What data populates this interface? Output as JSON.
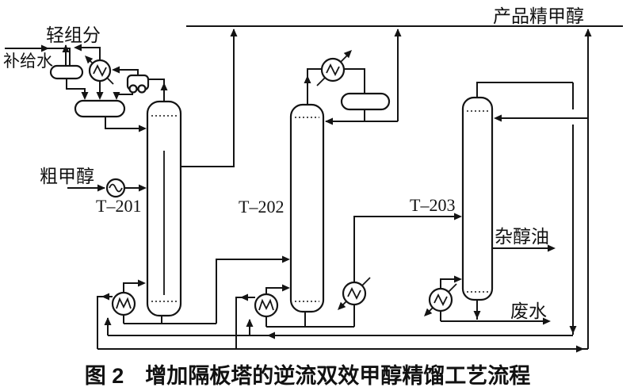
{
  "figure": {
    "caption": "图 2　增加隔板塔的逆流双效甲醇精馏工艺流程",
    "background": "#ffffff",
    "line_color": "#141414"
  },
  "streams": {
    "light_ends": "轻组分",
    "makeup_water": "补给水",
    "crude_methanol": "粗甲醇",
    "refined_methanol_product": "产品精甲醇",
    "fusel_oil": "杂醇油",
    "waste_water": "废水"
  },
  "equipment": {
    "pre_column": "T–201",
    "pressurized_column": "T–202",
    "atmospheric_column": "T–203"
  }
}
